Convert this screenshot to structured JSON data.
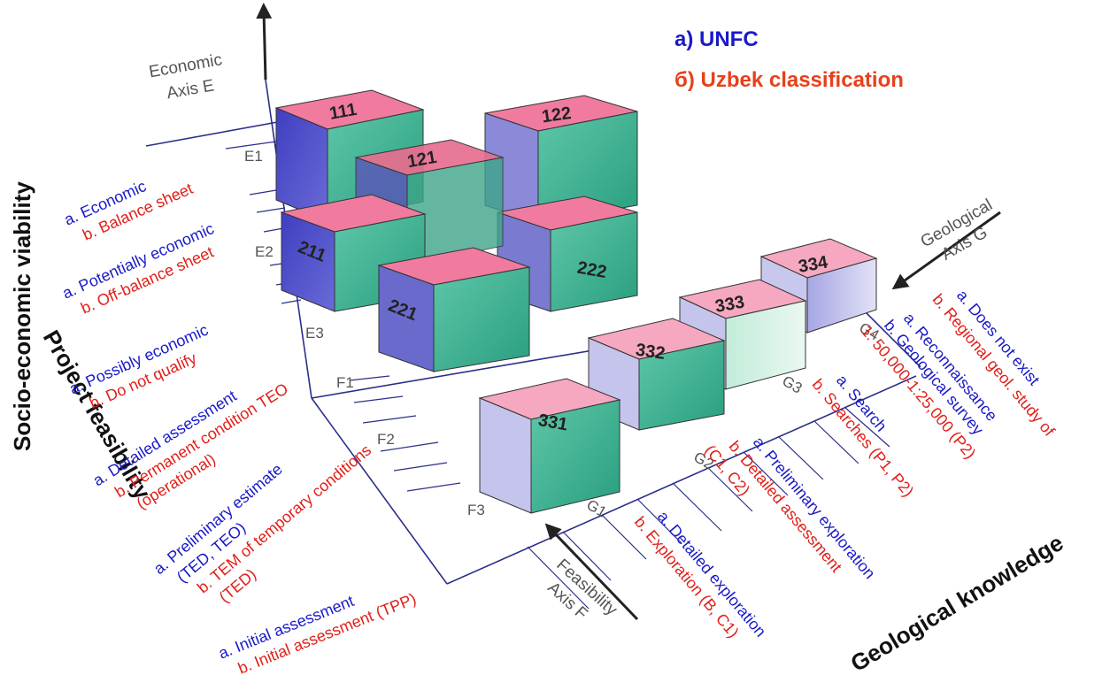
{
  "legend": {
    "unfc": "a) UNFC",
    "uzbek": "б) Uzbek classification",
    "unfc_color": "#1a1ac8",
    "uzbek_color": "#e8401a"
  },
  "titles": {
    "socio_economic": "Socio-economic viability",
    "project_feasibility": "Project feasibility",
    "geological_knowledge": "Geological knowledge"
  },
  "axes": {
    "economic": [
      "Economic",
      "Axis E"
    ],
    "geological": [
      "Geological",
      "Axis G"
    ],
    "feasibility": [
      "Feasibility",
      "Axis F"
    ]
  },
  "ticks": {
    "e1": "E1",
    "e2": "E2",
    "e3": "E3",
    "f1": "F1",
    "f2": "F2",
    "f3": "F3",
    "g1": "G1",
    "g2": "G2",
    "g3": "G3",
    "g4": "G4"
  },
  "economic_labels": [
    {
      "a": "a. Economic",
      "b": "b. Balance sheet"
    },
    {
      "a": "a. Potentially  economic",
      "b": "b. Off-balance sheet"
    },
    {
      "a": "a. Possibly economic",
      "b": "b. Do not qualify"
    }
  ],
  "feasibility_labels": [
    {
      "a": "a. Detailed assessment",
      "b1": "b. Permanent condition TEO",
      "b2": "(operational)"
    },
    {
      "a1": "a. Preliminary estimate",
      "a2": "(TED, TEO)",
      "b1": "b. TEM of temporary conditions",
      "b2": "(TED)"
    },
    {
      "a": "a. Initial assessment",
      "b": "b. Initial assessment (TPP)"
    }
  ],
  "geological_labels": [
    {
      "a": "a. Detailed exploration",
      "b": "b. Exploration (B, C1)"
    },
    {
      "a": "a. Preliminary exploration",
      "b1": "b. Detailed assessment",
      "b2": "(C1, C2)"
    },
    {
      "a": "a. Search",
      "b": "b. Searches (P1, P2)"
    },
    {
      "a": "a. Reconnaissance",
      "b1": "b. Geological survey",
      "b2": "1: 50,000-1:25,000 (P2)"
    },
    {
      "a": "a. Does not exist",
      "b": "b. Regional  geol. study of"
    }
  ],
  "cubes": {
    "c111": "111",
    "c121": "121",
    "c122": "122",
    "c211": "211",
    "c221": "221",
    "c222": "222",
    "c331": "331",
    "c332": "332",
    "c333": "333",
    "c334": "334"
  },
  "colors": {
    "cube_top_pink": "#f07b9e",
    "cube_top_light": "#f6a8c0",
    "cube_side_teal": "#3fb596",
    "cube_side_blue": "#5858c8",
    "axis_line": "#2a2f8a"
  }
}
